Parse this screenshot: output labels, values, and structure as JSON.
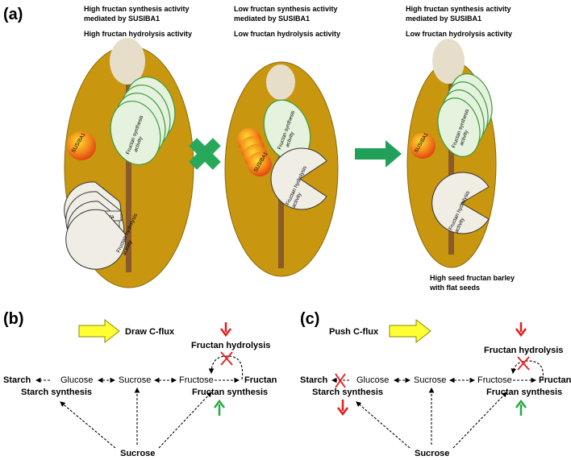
{
  "panel_a": {
    "label": "(a)",
    "col1": {
      "line1": "High fructan synthesis activity",
      "line2": "mediated by SUSIBA1",
      "line3": "High fructan hydrolysis activity"
    },
    "col2": {
      "line1": "Low fructan synthesis activity",
      "line2": "mediated by SUSIBA1",
      "line3": "Low fructan hydrolysis activity"
    },
    "col3": {
      "line1": "High fructan synthesis activity",
      "line2": "mediated by SUSIBA1",
      "line3": "Low fructan hydrolysis activity"
    },
    "result_line1": "High seed fructan barley",
    "result_line2": "with flat seeds",
    "susiba": "SUSIBA1",
    "synth": "Fructan synthesis activity",
    "synth_1": "Fructan synthesis",
    "synth_2": "activity",
    "hydro_1": "Fructan hydrolysis",
    "hydro_2": "activity",
    "frag": "Fructa"
  },
  "panel_b": {
    "label": "(b)",
    "flux": "Draw C-flux",
    "hydrolysis": "Fructan hydrolysis",
    "starch": "Starch",
    "glucose": "Glucose",
    "sucrose_mid": "Sucrose",
    "fructose": "Fructose",
    "fructan": "Fructan",
    "starch_synthesis": "Starch synthesis",
    "fructan_synthesis": "Fructan synthesis",
    "sucrose_bottom": "Sucrose"
  },
  "panel_c": {
    "label": "(c)",
    "flux": "Push C-flux",
    "hydrolysis": "Fructan hydrolysis",
    "starch": "Starch",
    "glucose": "Glucose",
    "sucrose_mid": "Sucrose",
    "fructose": "Fructose",
    "fructan": "Fructan",
    "starch_synthesis": "Starch synthesis",
    "fructan_synthesis": "Fructan synthesis",
    "sucrose_bottom": "Sucrose"
  },
  "colors": {
    "seed": "#c8970f",
    "embryo": "#e6dec8",
    "stem": "#8b5a2b",
    "synth_fill": "#e5f3de",
    "synth_stroke": "#3a9a3a",
    "hydro_fill": "#f0ede5",
    "susiba_fill": "#f05a14",
    "cross": "#27a85a",
    "arrow_green": "#21a05a",
    "flux_arrow": "#ffff33",
    "down_red": "#e51c1c",
    "up_green": "#22aa44"
  }
}
